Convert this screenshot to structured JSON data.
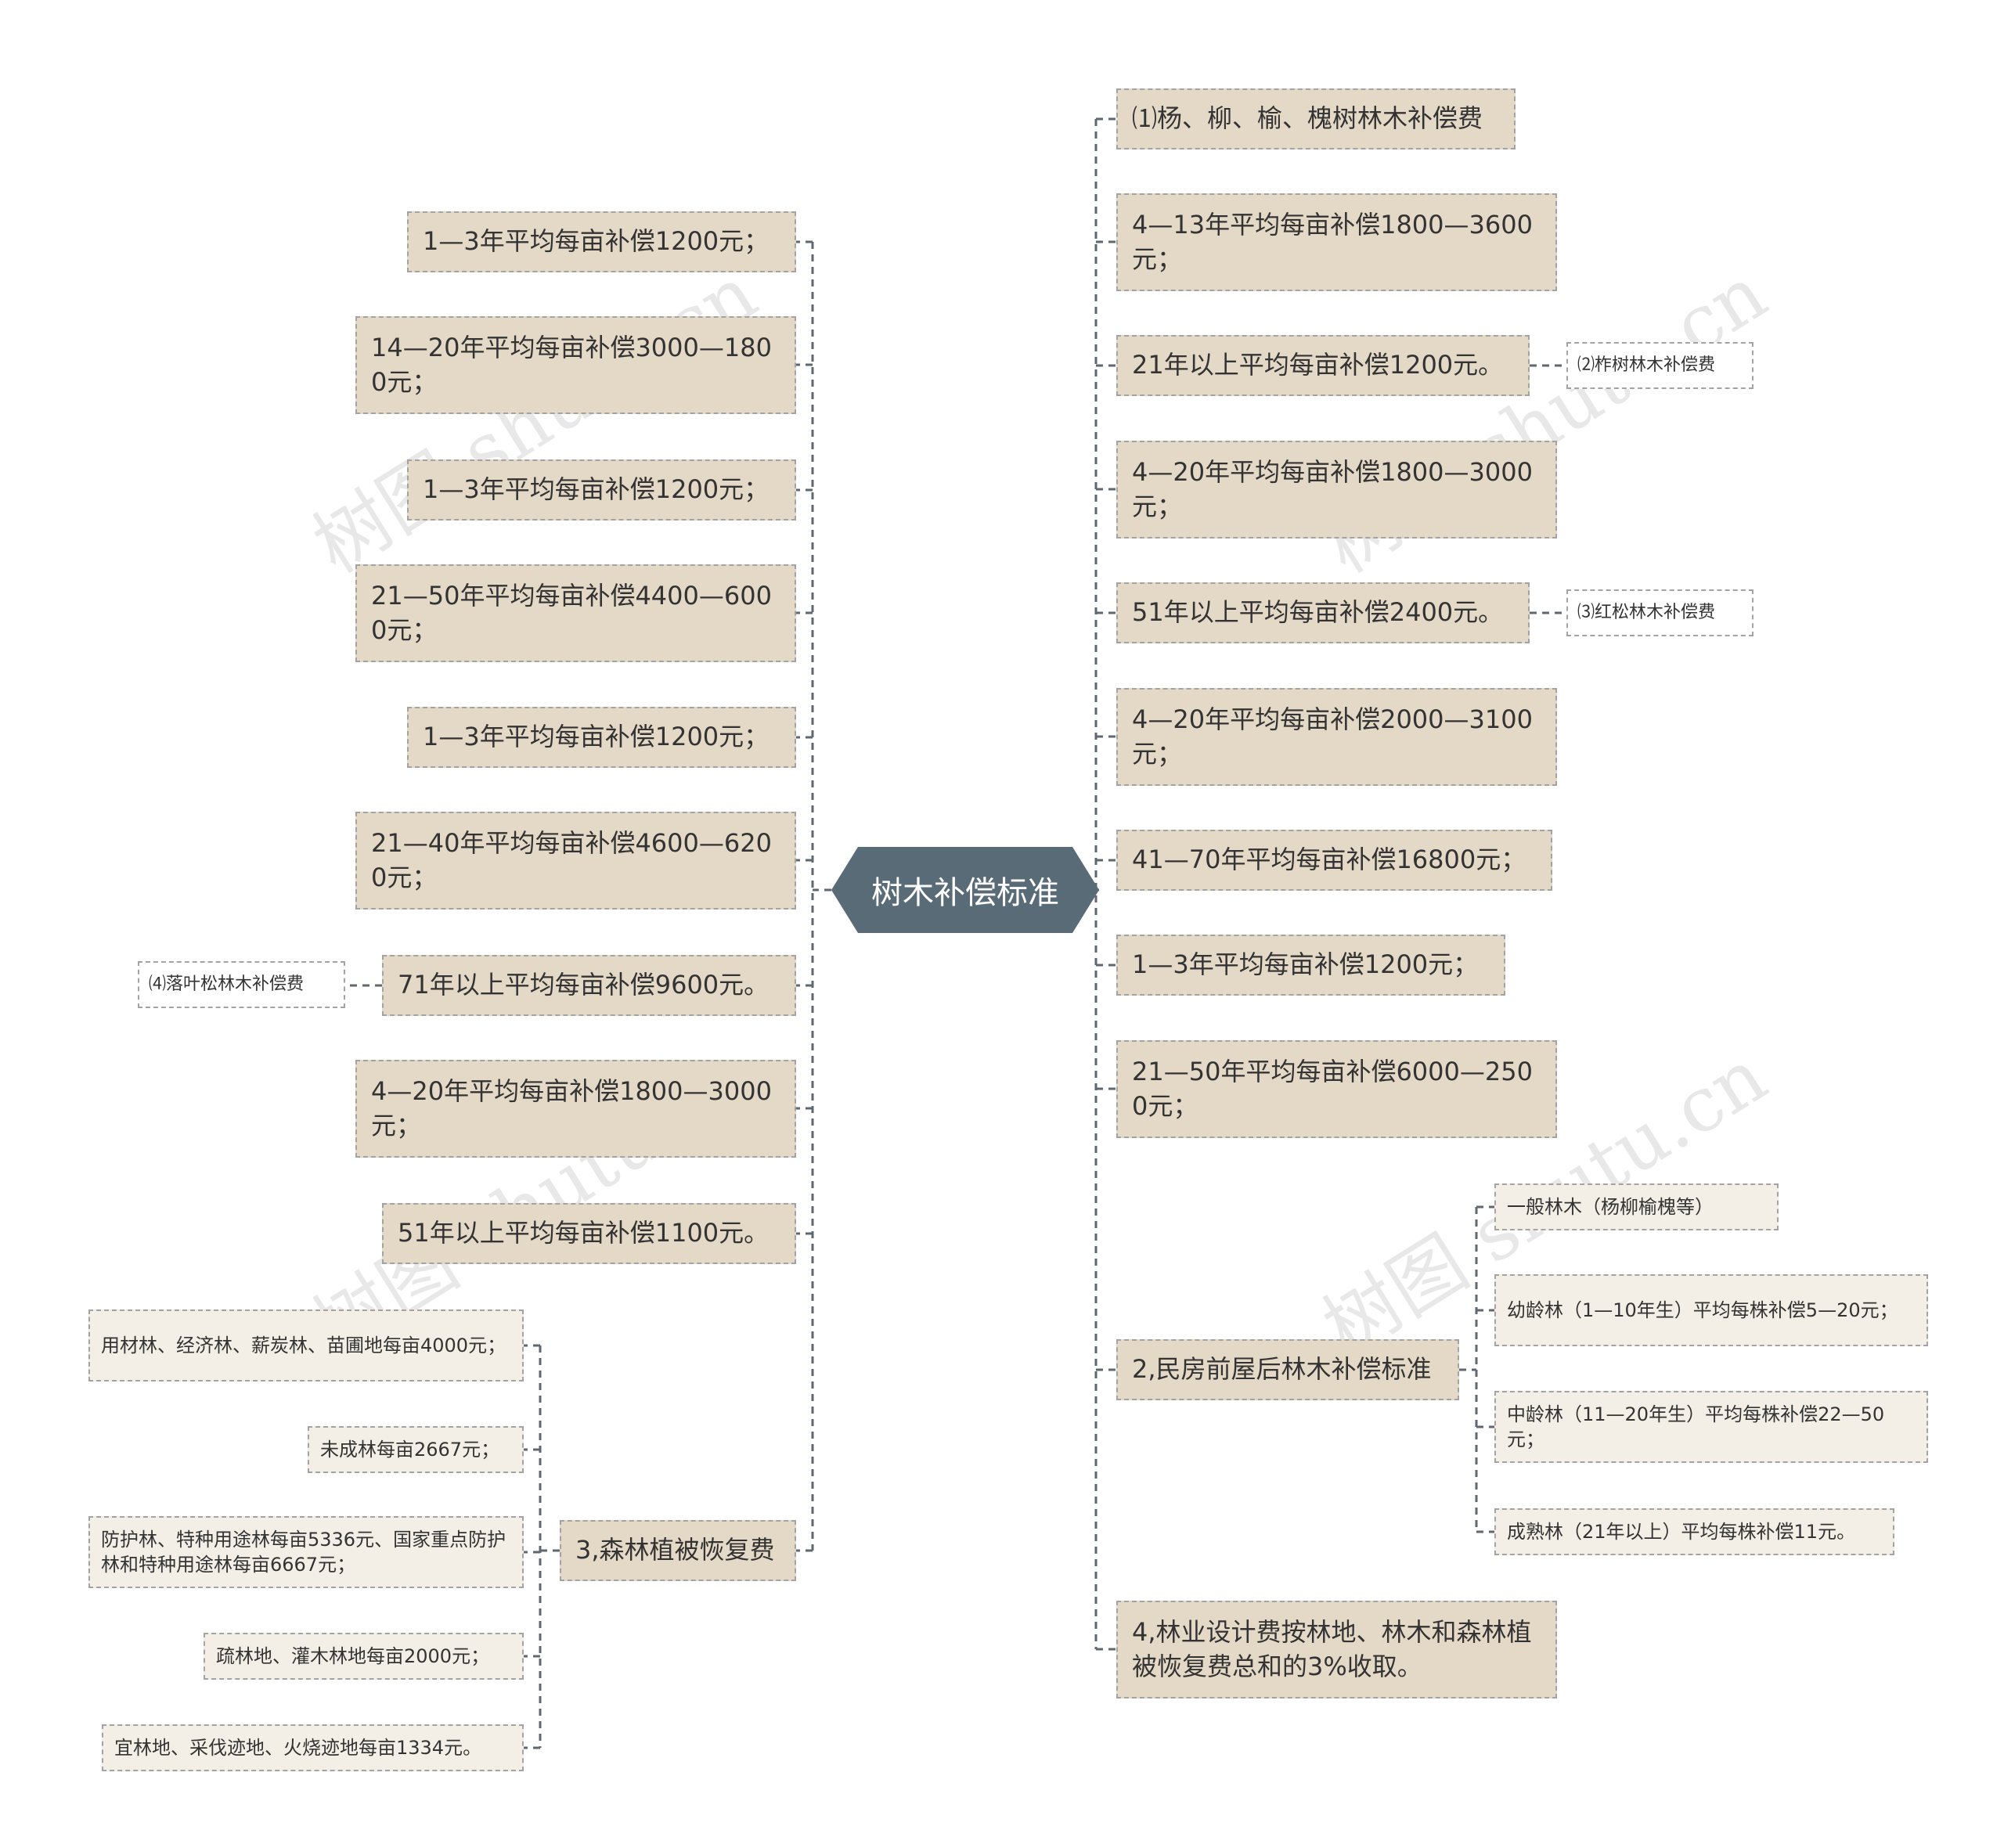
{
  "root": "树木补偿标准",
  "watermark": "树图 shutu.cn",
  "left": {
    "items": [
      "1—3年平均每亩补偿1200元；",
      "14—20年平均每亩补偿3000—1800元；",
      "1—3年平均每亩补偿1200元；",
      "21—50年平均每亩补偿4400—6000元；",
      "1—3年平均每亩补偿1200元；",
      "21—40年平均每亩补偿4600—6200元；",
      "71年以上平均每亩补偿9600元。",
      "4—20年平均每亩补偿1800—3000元；",
      "51年以上平均每亩补偿1100元。",
      "3,森林植被恢复费"
    ],
    "side_label": "⑷落叶松林木补偿费",
    "forest_fees": [
      "用材林、经济林、薪炭林、苗圃地每亩4000元；",
      "未成林每亩2667元；",
      "防护林、特种用途林每亩5336元、国家重点防护林和特种用途林每亩6667元；",
      "疏林地、灌木林地每亩2000元；",
      "宜林地、采伐迹地、火烧迹地每亩1334元。"
    ]
  },
  "right": {
    "items": [
      "⑴杨、柳、榆、槐树林木补偿费",
      "4—13年平均每亩补偿1800—3600元；",
      "21年以上平均每亩补偿1200元。",
      "4—20年平均每亩补偿1800—3000元；",
      "51年以上平均每亩补偿2400元。",
      "4—20年平均每亩补偿2000—3100元；",
      "41—70年平均每亩补偿16800元；",
      "1—3年平均每亩补偿1200元；",
      "21—50年平均每亩补偿6000—2500元；",
      "2,民房前屋后林木补偿标准",
      "4,林业设计费按林地、林木和森林植被恢复费总和的3%收取。"
    ],
    "side_labels": [
      "⑵柞树林木补偿费",
      "⑶红松林木补偿费"
    ],
    "house_items": [
      "一般林木（杨柳榆槐等）",
      "幼龄林（1—10年生）平均每株补偿5—20元；",
      "中龄林（11—20年生）平均每株补偿22—50元；",
      "成熟林（21年以上）平均每株补偿11元。"
    ]
  },
  "colors": {
    "root_fill": "#5a6b78",
    "level1_fill": "#e4d8c6",
    "level2_fill": "#f3efe7",
    "border": "#a3a3a3",
    "connector": "#5f6770",
    "text": "#333333"
  }
}
